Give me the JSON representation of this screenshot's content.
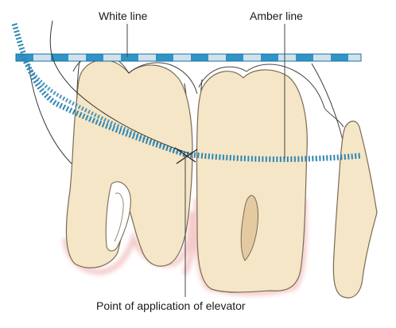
{
  "labels": {
    "white_line": "White line",
    "amber_line": "Amber line",
    "elevator_point": "Point of application of elevator"
  },
  "colors": {
    "tooth_fill": "#f4e6c6",
    "tooth_outline": "#7a6a55",
    "gingiva_blush": "#f2b9b9",
    "ruler_blue": "#2f95c7",
    "ruler_light": "#cfe2ee",
    "amber_dash": "#2e86b5",
    "leader_line": "#444444",
    "label_text": "#1a1a1a"
  },
  "icons": {
    "ruler": "striped-ruler-icon",
    "elevator_cross": "x-mark-icon"
  }
}
